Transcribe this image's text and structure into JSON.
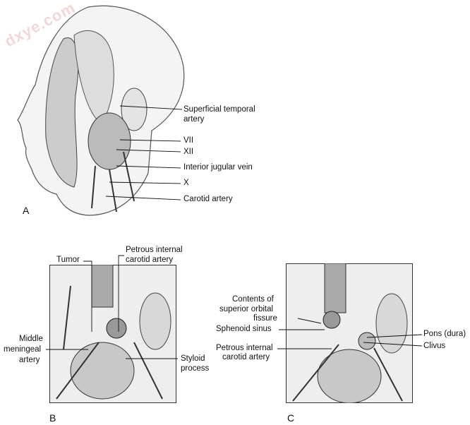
{
  "watermark": "dxye.com",
  "panel_a": {
    "letter": "A",
    "labels": {
      "superficial_temporal_1": "Superficial temporal",
      "superficial_temporal_2": "artery",
      "vii": "VII",
      "xii": "XII",
      "jugular": "Interior jugular vein",
      "x": "X",
      "carotid": "Carotid artery"
    }
  },
  "panel_b": {
    "letter": "B",
    "labels": {
      "tumor": "Tumor",
      "petrous_1": "Petrous internal",
      "petrous_2": "carotid artery",
      "middle_1": "Middle",
      "middle_2": "meningeal",
      "middle_3": "artery",
      "styloid_1": "Styloid",
      "styloid_2": "process"
    }
  },
  "panel_c": {
    "letter": "C",
    "labels": {
      "contents_1": "Contents of",
      "contents_2": "superior orbital",
      "contents_3": "fissure",
      "sphenoid": "Sphenoid sinus",
      "petrous_1": "Petrous internal",
      "petrous_2": "carotid artery",
      "pons": "Pons (dura)",
      "clivus": "Clivus"
    }
  }
}
